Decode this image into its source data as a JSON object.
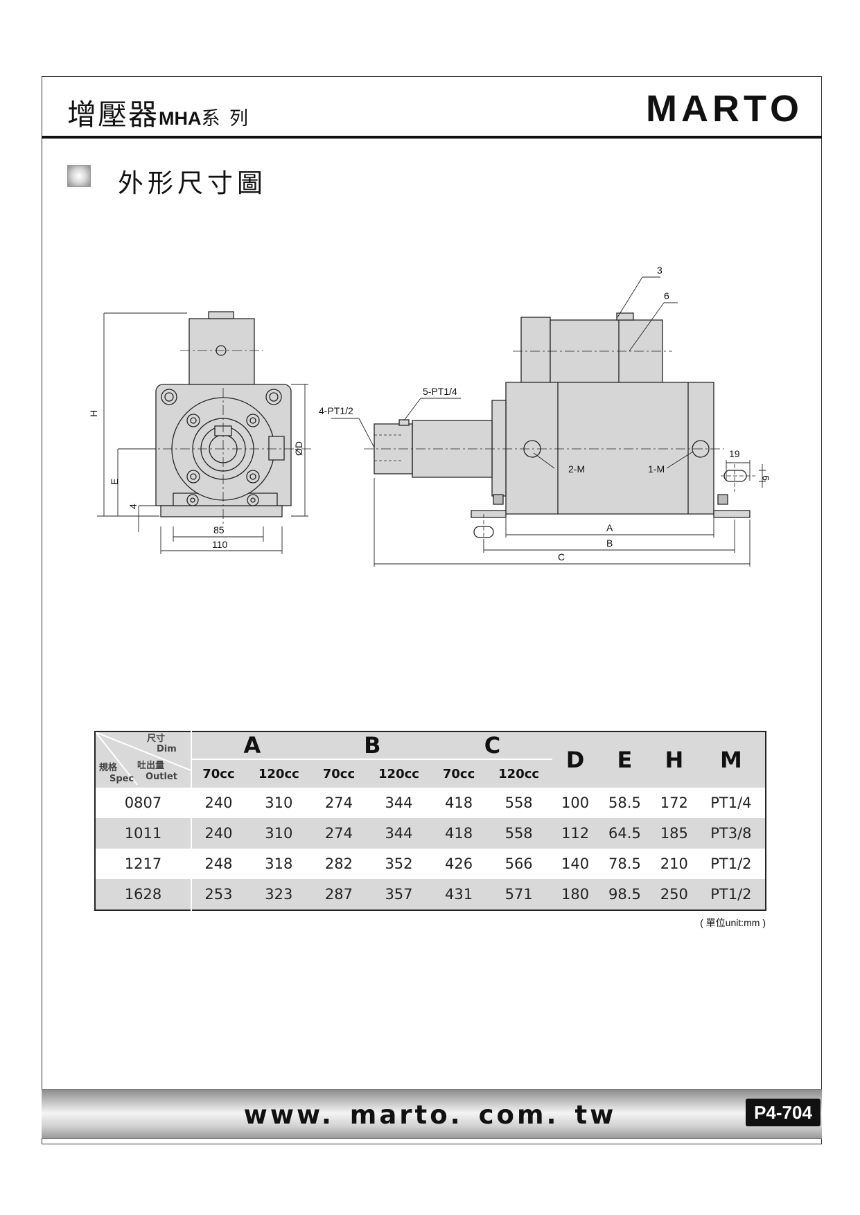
{
  "header": {
    "title_main": "增壓器",
    "title_series": "MHA",
    "title_suffix": "系 列",
    "brand": "MARTO"
  },
  "section_title": "外形尺寸圖",
  "drawing_labels": {
    "front_view": {
      "height": "H",
      "center_height": "E",
      "base_thickness": "4",
      "diameter": "ØD",
      "bolt_spacing": "85",
      "base_width": "110"
    },
    "side_view": {
      "outlet_port": "4-PT1/2",
      "inlet_port": "5-PT1/4",
      "part_3": "3",
      "part_6": "6",
      "port_2m": "2-M",
      "port_1m": "1-M",
      "slot_length": "19",
      "slot_width": "9",
      "dim_a": "A",
      "dim_b": "B",
      "dim_c": "C"
    }
  },
  "table": {
    "corner": {
      "dim_zh": "尺寸",
      "dim_en": "Dim",
      "outlet_zh": "吐出量",
      "outlet_en": "Outlet",
      "spec_zh": "規格",
      "spec_en": "Spec"
    },
    "group_headers": [
      "A",
      "B",
      "C"
    ],
    "single_headers": [
      "D",
      "E",
      "H",
      "M"
    ],
    "capacity_labels": [
      "70cc",
      "120cc",
      "70cc",
      "120cc",
      "70cc",
      "120cc"
    ],
    "rows": [
      {
        "spec": "0807",
        "a70": "240",
        "a120": "310",
        "b70": "274",
        "b120": "344",
        "c70": "418",
        "c120": "558",
        "d": "100",
        "e": "58.5",
        "h": "172",
        "m": "PT1/4"
      },
      {
        "spec": "1011",
        "a70": "240",
        "a120": "310",
        "b70": "274",
        "b120": "344",
        "c70": "418",
        "c120": "558",
        "d": "112",
        "e": "64.5",
        "h": "185",
        "m": "PT3/8"
      },
      {
        "spec": "1217",
        "a70": "248",
        "a120": "318",
        "b70": "282",
        "b120": "352",
        "c70": "426",
        "c120": "566",
        "d": "140",
        "e": "78.5",
        "h": "210",
        "m": "PT1/2"
      },
      {
        "spec": "1628",
        "a70": "253",
        "a120": "323",
        "b70": "287",
        "b120": "357",
        "c70": "431",
        "c120": "571",
        "d": "180",
        "e": "98.5",
        "h": "250",
        "m": "PT1/2"
      }
    ],
    "unit_note": "( 單位unit:mm )"
  },
  "footer": {
    "website": "www. marto. com. tw",
    "page_number": "P4-704"
  }
}
